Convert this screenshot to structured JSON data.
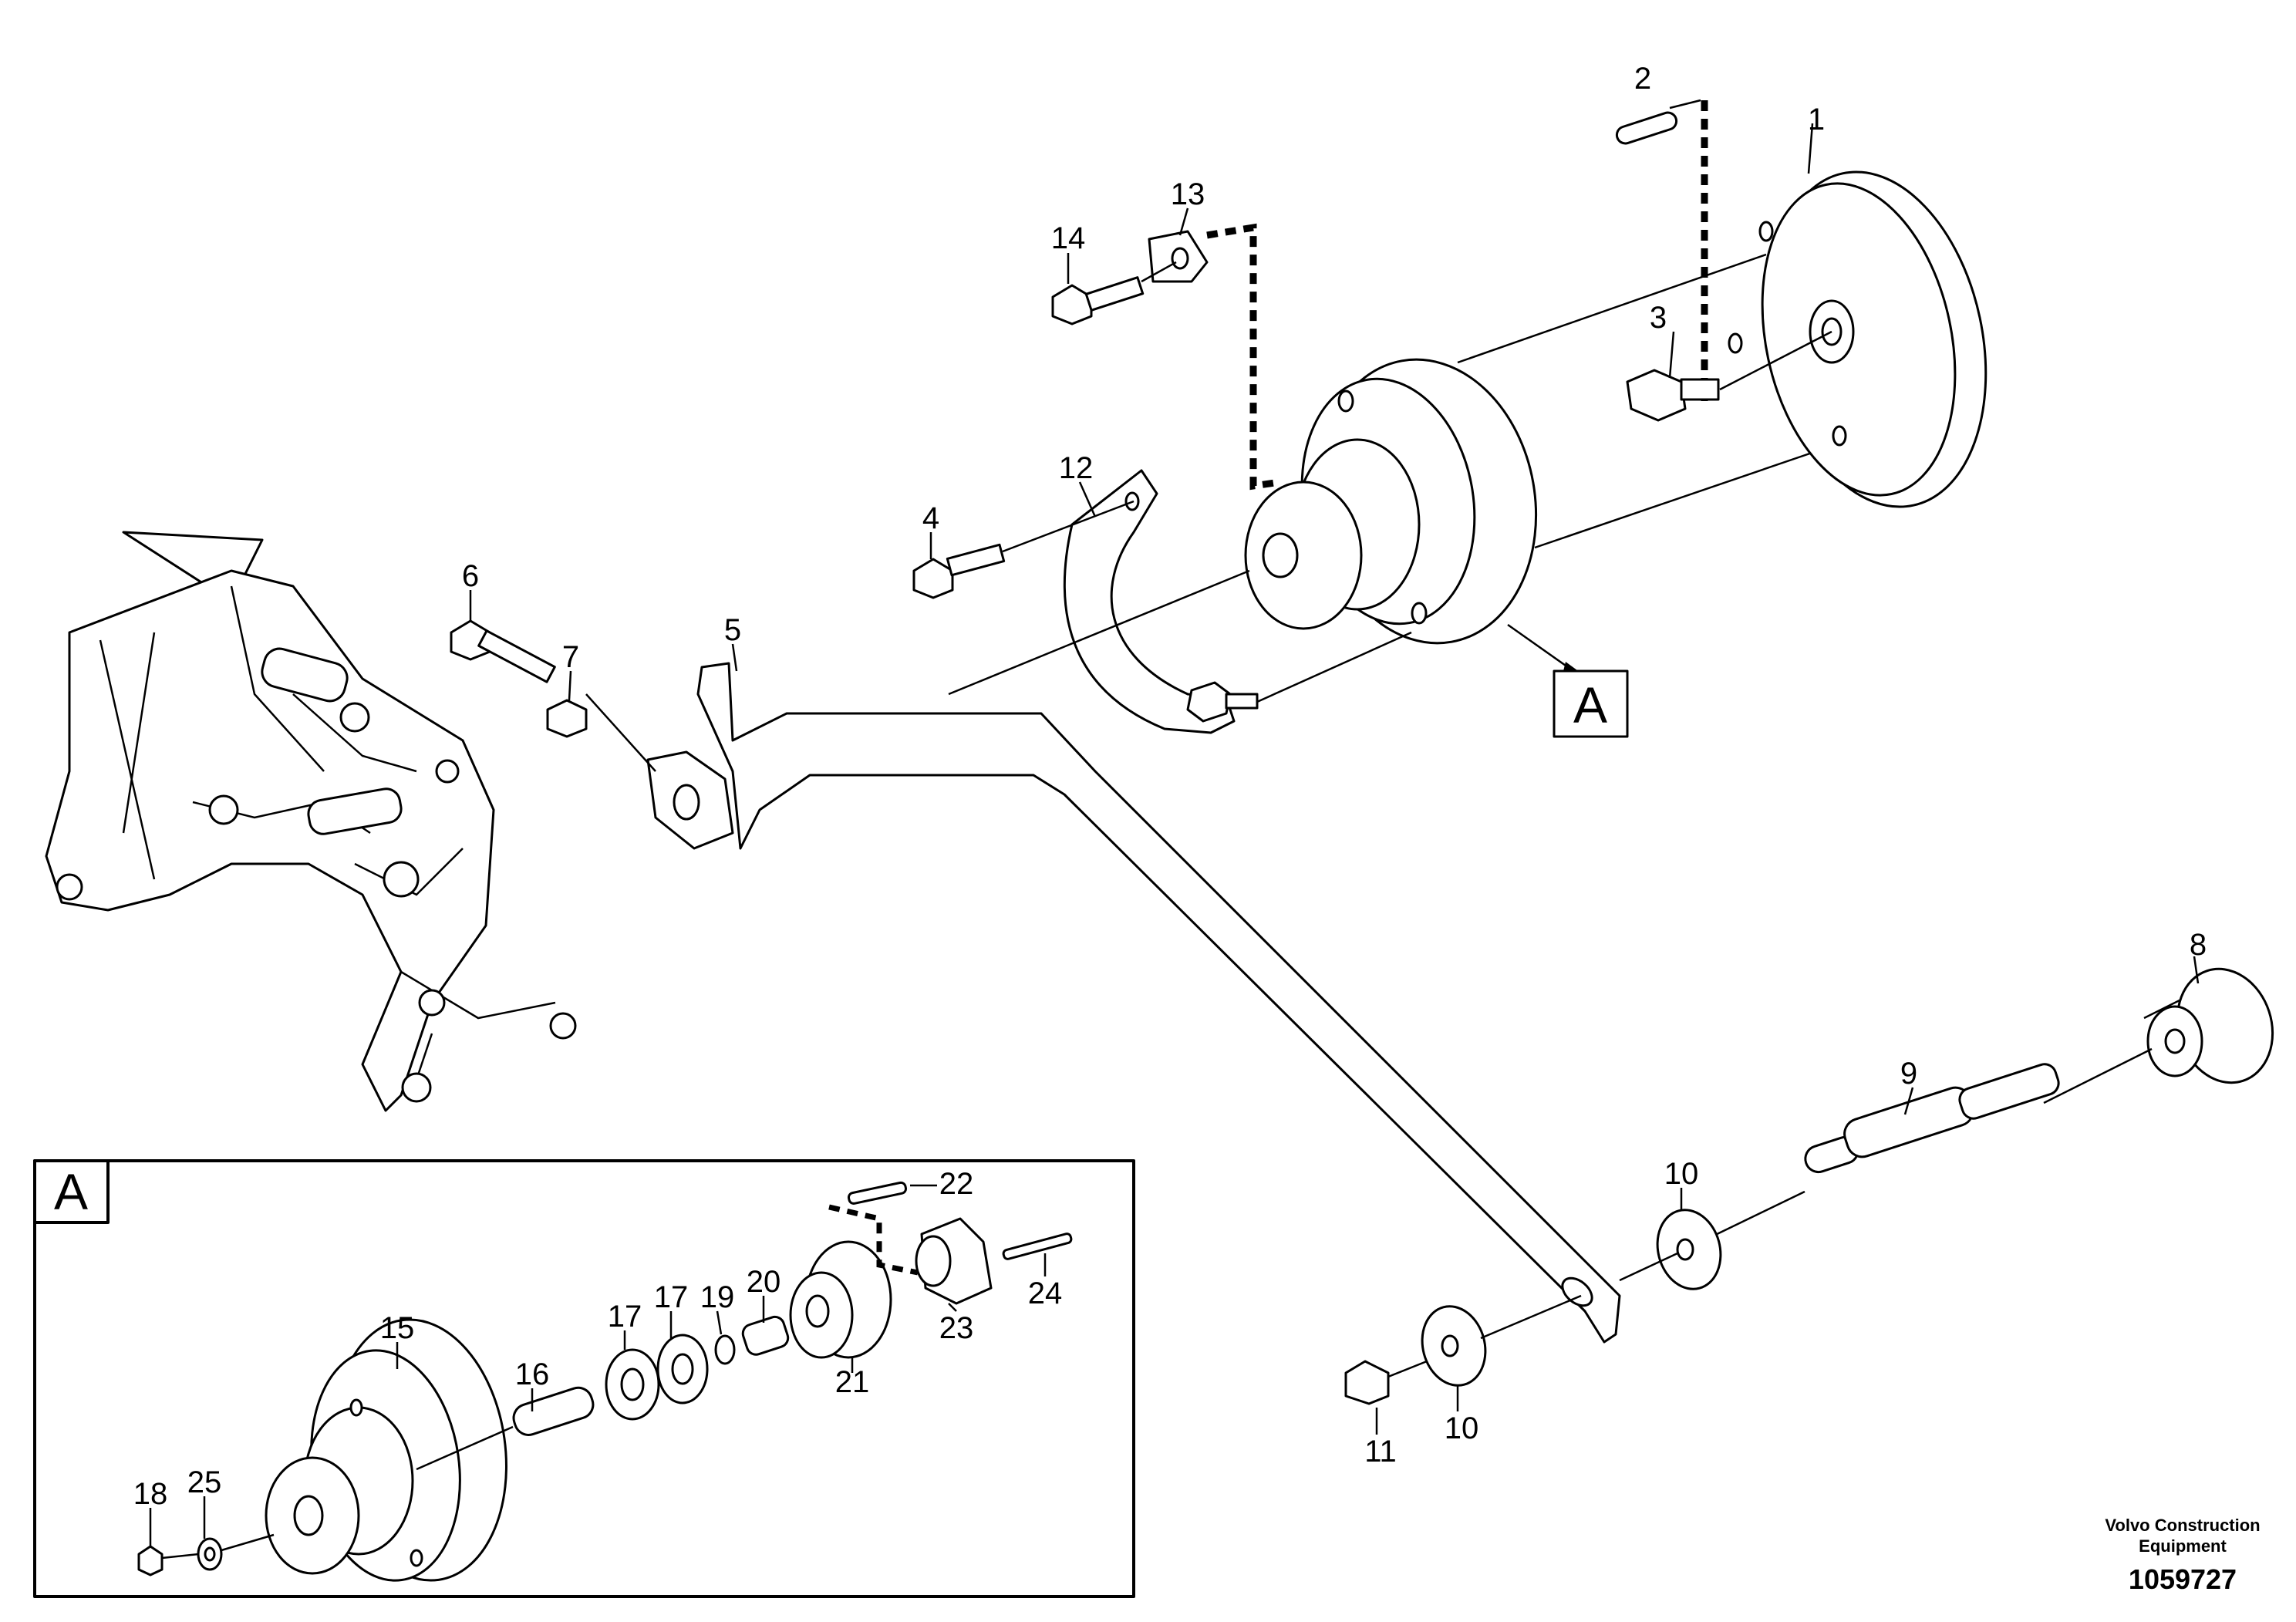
{
  "callouts": {
    "c1": "1",
    "c2": "2",
    "c3": "3",
    "c4": "4",
    "c5": "5",
    "c6": "6",
    "c7": "7",
    "c8": "8",
    "c9": "9",
    "c10a": "10",
    "c10b": "10",
    "c11": "11",
    "c12": "12",
    "c13": "13",
    "c14": "14",
    "c15": "15",
    "c16": "16",
    "c17a": "17",
    "c17b": "17",
    "c18": "18",
    "c19": "19",
    "c20": "20",
    "c21": "21",
    "c22": "22",
    "c23": "23",
    "c24": "24",
    "c25": "25"
  },
  "view_label_main": "A",
  "detail_box_label": "A",
  "footer": {
    "brand_line1": "Volvo Construction",
    "brand_line2": "Equipment",
    "ref_number": "1059727"
  }
}
